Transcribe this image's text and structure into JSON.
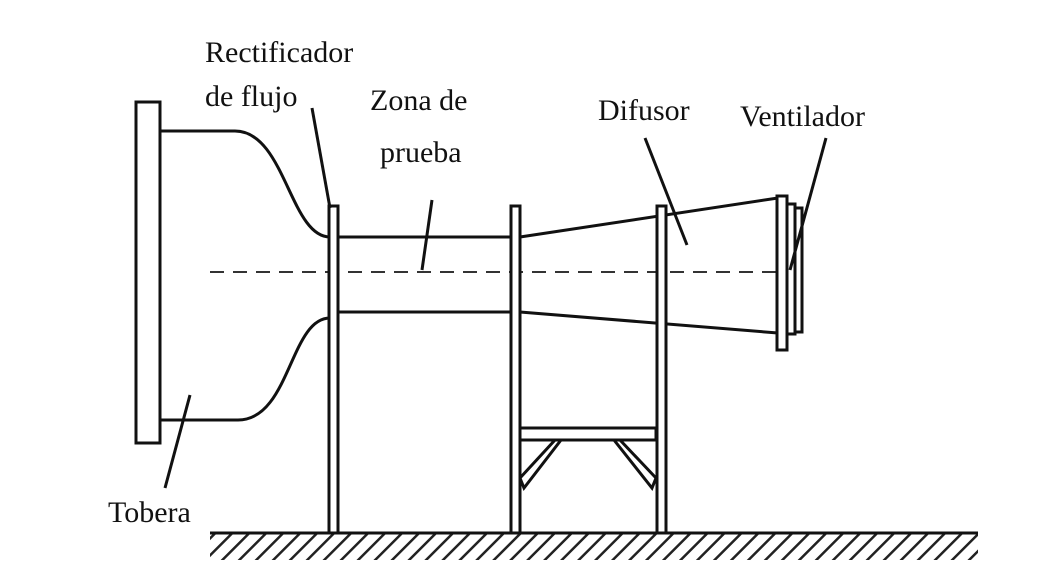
{
  "labels": {
    "straightener_line1": "Rectificador",
    "straightener_line2": "de flujo",
    "test_section_line1": "Zona de",
    "test_section_line2": "prueba",
    "diffuser": "Difusor",
    "fan": "Ventilador",
    "nozzle": "Tobera"
  }
}
